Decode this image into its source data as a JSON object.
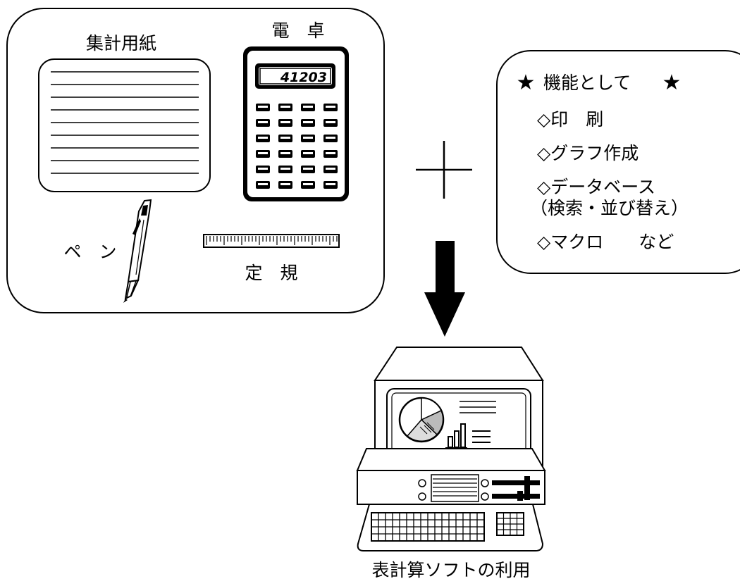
{
  "tools_panel": {
    "paper_label": "集計用紙",
    "calculator_label": "電　卓",
    "calculator_display": "41203",
    "pen_label": "ペ　ン",
    "ruler_label": "定　規"
  },
  "features_panel": {
    "title": "機能として",
    "items": [
      "◇印　刷",
      "◇グラフ作成",
      "◇データベース",
      "（検索・並び替え）",
      "◇マクロ　　など"
    ]
  },
  "caption": "表計算ソフトの利用",
  "icons": [
    "plus-icon",
    "down-arrow-icon",
    "star-icon",
    "calculator-icon",
    "pen-icon",
    "ruler-icon",
    "computer-icon",
    "pie-chart-icon",
    "bar-chart-icon",
    "keyboard-icon"
  ]
}
